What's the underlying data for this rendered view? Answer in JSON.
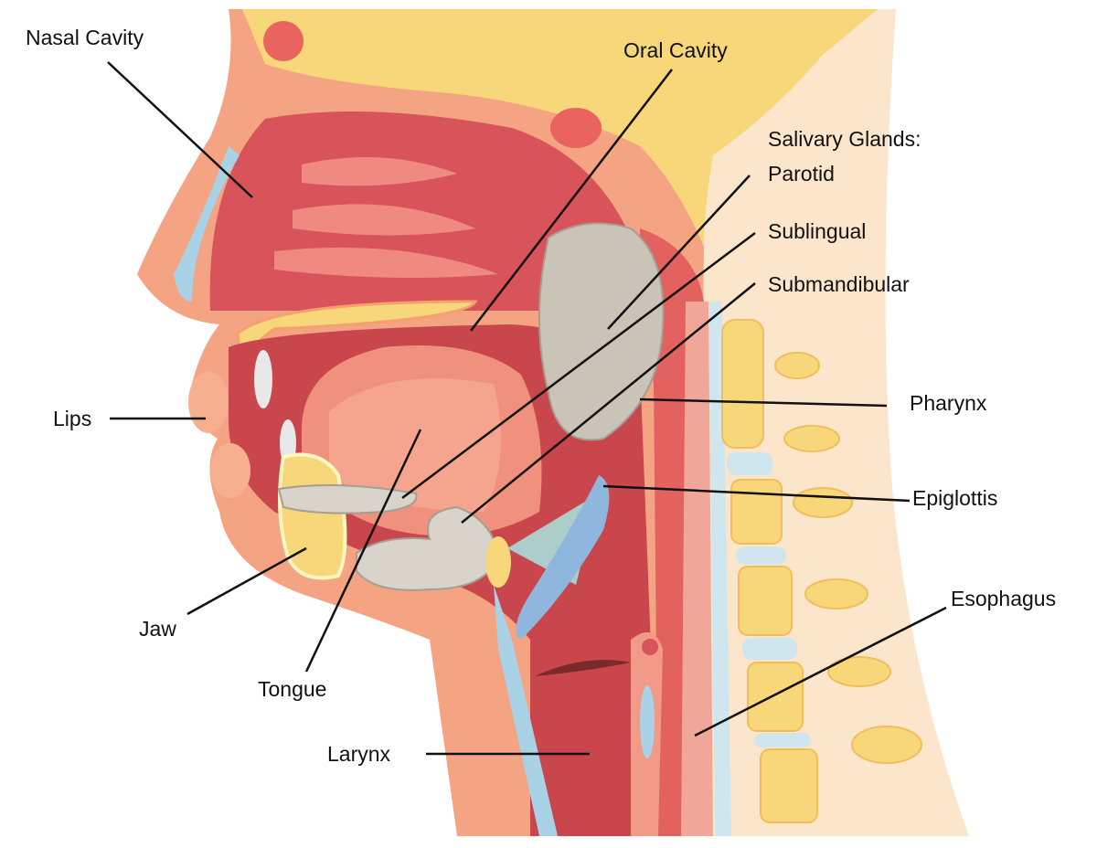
{
  "diagram": {
    "labels": {
      "nasal_cavity": "Nasal Cavity",
      "oral_cavity": "Oral Cavity",
      "salivary_glands": "Salivary Glands:",
      "parotid": "Parotid",
      "sublingual": "Sublingual",
      "submandibular": "Submandibular",
      "pharynx": "Pharynx",
      "epiglottis": "Epiglottis",
      "esophagus": "Esophagus",
      "lips": "Lips",
      "jaw": "Jaw",
      "tongue": "Tongue",
      "larynx": "Larynx"
    },
    "colors": {
      "skin": "#f4a383",
      "neck_bg": "#fbe5cb",
      "bone": "#f8d77a",
      "cavity": "#d9545a",
      "muscle": "#e97a72",
      "gland": "#c9c3b8",
      "cartilage": "#a9d2e6"
    }
  }
}
